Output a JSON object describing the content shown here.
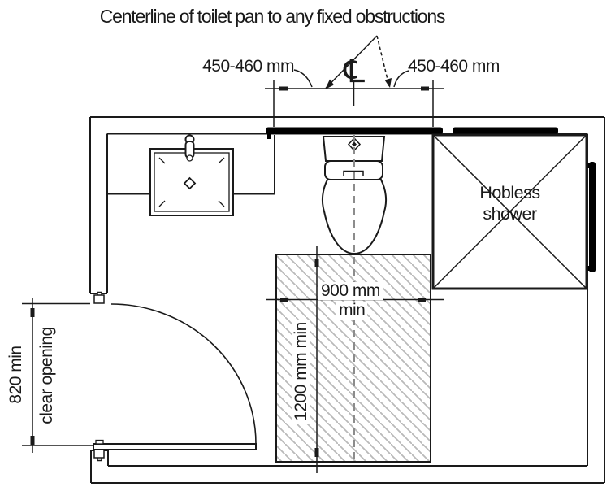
{
  "title": "Centerline of toilet pan to any fixed obstructions",
  "dimension_labels": {
    "offset_left": "450-460 mm",
    "offset_right": "450-460 mm",
    "centerline_symbol": "℄",
    "clear_width_line1": "900 mm",
    "clear_width_line2": "min",
    "clear_depth": "1200 mm min",
    "door_width": "820 min",
    "door_width_note": "clear opening"
  },
  "fixtures": {
    "shower_label_line1": "Hobless",
    "shower_label_line2": "shower"
  },
  "colors": {
    "line": "#1a1a1a",
    "grab_rail": "#000000",
    "hatch": "#b9b9b9",
    "centerline_dash": "#8c8c8c",
    "background": "#ffffff"
  }
}
